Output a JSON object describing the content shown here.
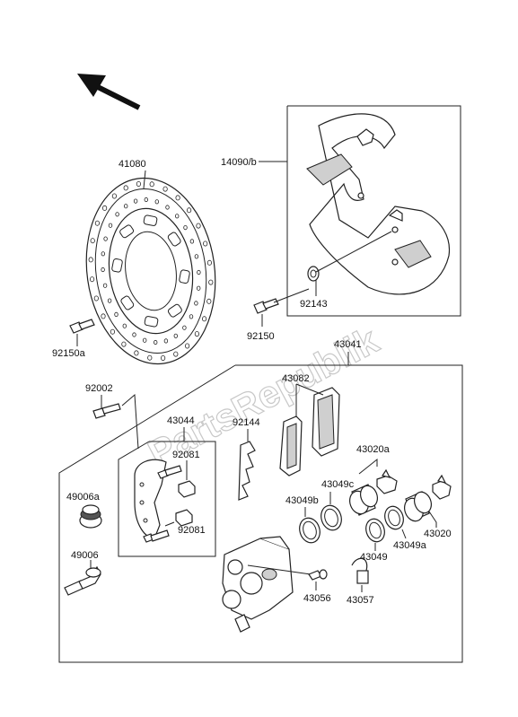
{
  "watermark": "PartsRepublik",
  "labels": {
    "disc": "41080",
    "disc_bolt": "92150a",
    "cover": "14090/b",
    "cover_bolt": "92150",
    "cover_washer": "92143",
    "caliper_assy": "43041",
    "pads": "43082",
    "bolt_92002": "92002",
    "holder": "43044",
    "spring_92144": "92144",
    "pin_92081_top": "92081",
    "pin_92081_bottom": "92081",
    "boot_49006a": "49006a",
    "pin_49006": "49006",
    "piston_43020a": "43020a",
    "seal_43049c": "43049c",
    "seal_43049b": "43049b",
    "seal_43049": "43049",
    "seal_43049a": "43049a",
    "piston_43020": "43020",
    "bleeder_43056": "43056",
    "cap_43057": "43057"
  },
  "icons": {
    "direction_arrow": "front-direction-arrow-icon"
  }
}
